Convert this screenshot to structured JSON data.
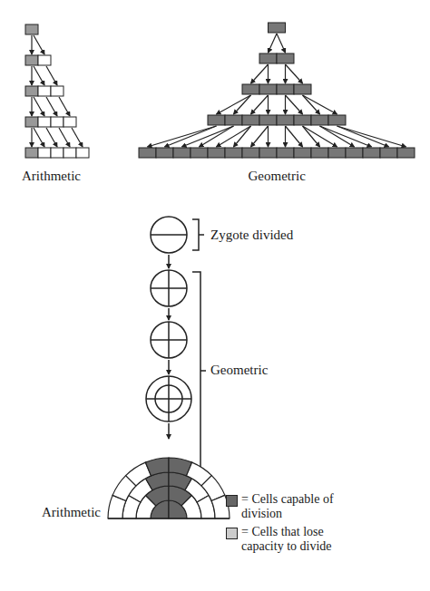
{
  "diagram": {
    "labels": [
      "Arithmetic",
      "Geometric",
      "Zygote divided",
      "Geometric",
      "Arithmetic"
    ],
    "legend": [
      {
        "text": "= Cells capable of division",
        "color": "#666666"
      },
      {
        "text": "= Cells that lose capacity to divide",
        "color": "#cccccc"
      }
    ]
  }
}
